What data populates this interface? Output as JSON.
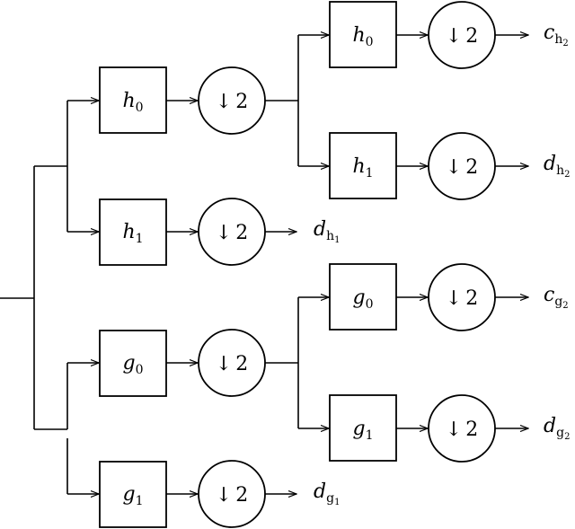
{
  "filters": {
    "lvl1_h0": {
      "sym": "h",
      "sub": "0"
    },
    "lvl1_h1": {
      "sym": "h",
      "sub": "1"
    },
    "lvl1_g0": {
      "sym": "g",
      "sub": "0"
    },
    "lvl1_g1": {
      "sym": "g",
      "sub": "1"
    },
    "lvl2_h_h0": {
      "sym": "h",
      "sub": "0"
    },
    "lvl2_h_h1": {
      "sym": "h",
      "sub": "1"
    },
    "lvl2_g_g0": {
      "sym": "g",
      "sub": "0"
    },
    "lvl2_g_g1": {
      "sym": "g",
      "sub": "1"
    }
  },
  "downsample": {
    "arrow": "↓",
    "factor": "2"
  },
  "outputs": {
    "d_h1": {
      "sym": "d",
      "sub": "h",
      "subsub": "1"
    },
    "d_g1": {
      "sym": "d",
      "sub": "g",
      "subsub": "1"
    },
    "c_h2": {
      "sym": "c",
      "sub": "h",
      "subsub": "2"
    },
    "d_h2": {
      "sym": "d",
      "sub": "h",
      "subsub": "2"
    },
    "c_g2": {
      "sym": "c",
      "sub": "g",
      "subsub": "2"
    },
    "d_g2": {
      "sym": "d",
      "sub": "g",
      "subsub": "2"
    }
  }
}
